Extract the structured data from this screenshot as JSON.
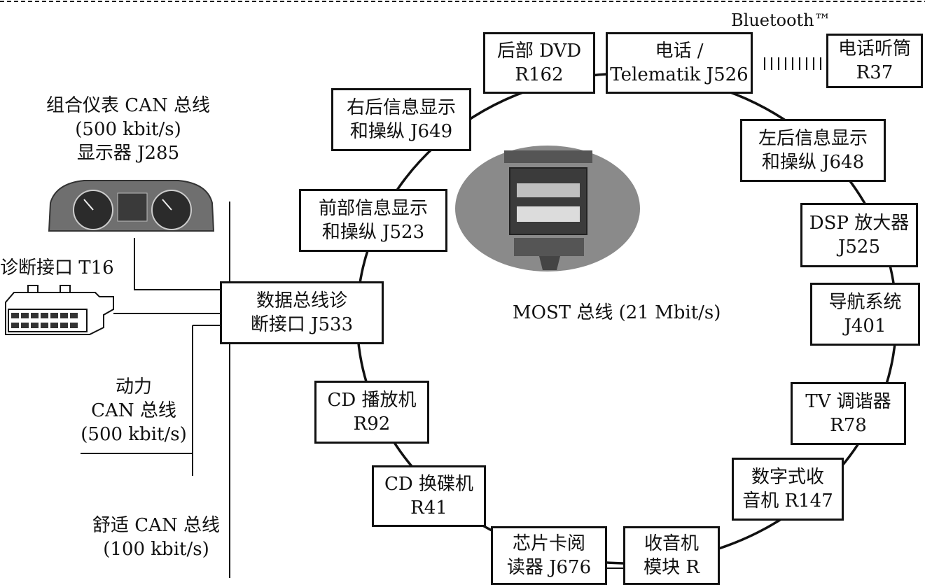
{
  "colors": {
    "line": "#111111",
    "background": "#ffffff"
  },
  "images": {
    "cluster": "instrument-cluster-photo",
    "connector": "obd-t16-connector",
    "dash": "center-console-photo"
  },
  "labels": {
    "bluetooth": "Bluetooth™",
    "most_bus": "MOST 总线 (21 Mbit/s)",
    "cluster_can": {
      "line1": "组合仪表 CAN 总线",
      "line2": "(500 kbit/s)",
      "line3": "显示器 J285"
    },
    "diag_port": "诊断接口 T16",
    "power_can": {
      "line1": "动力",
      "line2": "CAN 总线",
      "line3": "(500 kbit/s)"
    },
    "comfort_can": {
      "line1": "舒适 CAN 总线",
      "line2": "(100 kbit/s)"
    }
  },
  "nodes": {
    "dvd": {
      "line1": "后部 DVD",
      "line2": "R162"
    },
    "phone": {
      "line1": "电话 /",
      "line2": "Telematik J526"
    },
    "handset": {
      "line1": "电话听筒",
      "line2": "R37"
    },
    "right_rear": {
      "line1": "右后信息显示",
      "line2": "和操纵 J649"
    },
    "left_rear": {
      "line1": "左后信息显示",
      "line2": "和操纵 J648"
    },
    "front": {
      "line1": "前部信息显示",
      "line2": "和操纵 J523"
    },
    "dsp": {
      "line1": "DSP 放大器",
      "line2": "J525"
    },
    "gateway": {
      "line1": "数据总线诊",
      "line2": "断接口 J533"
    },
    "nav": {
      "line1": "导航系统",
      "line2": "J401"
    },
    "cd_player": {
      "line1": "CD 播放机",
      "line2": "R92"
    },
    "tv": {
      "line1": "TV 调谐器",
      "line2": "R78"
    },
    "digital_radio": {
      "line1": "数字式收",
      "line2": "音机 R147"
    },
    "cd_changer": {
      "line1": "CD 换碟机",
      "line2": "R41"
    },
    "card_reader": {
      "line1": "芯片卡阅",
      "line2": "读器 J676"
    },
    "radio": {
      "line1": "收音机",
      "line2": "模块 R"
    }
  }
}
